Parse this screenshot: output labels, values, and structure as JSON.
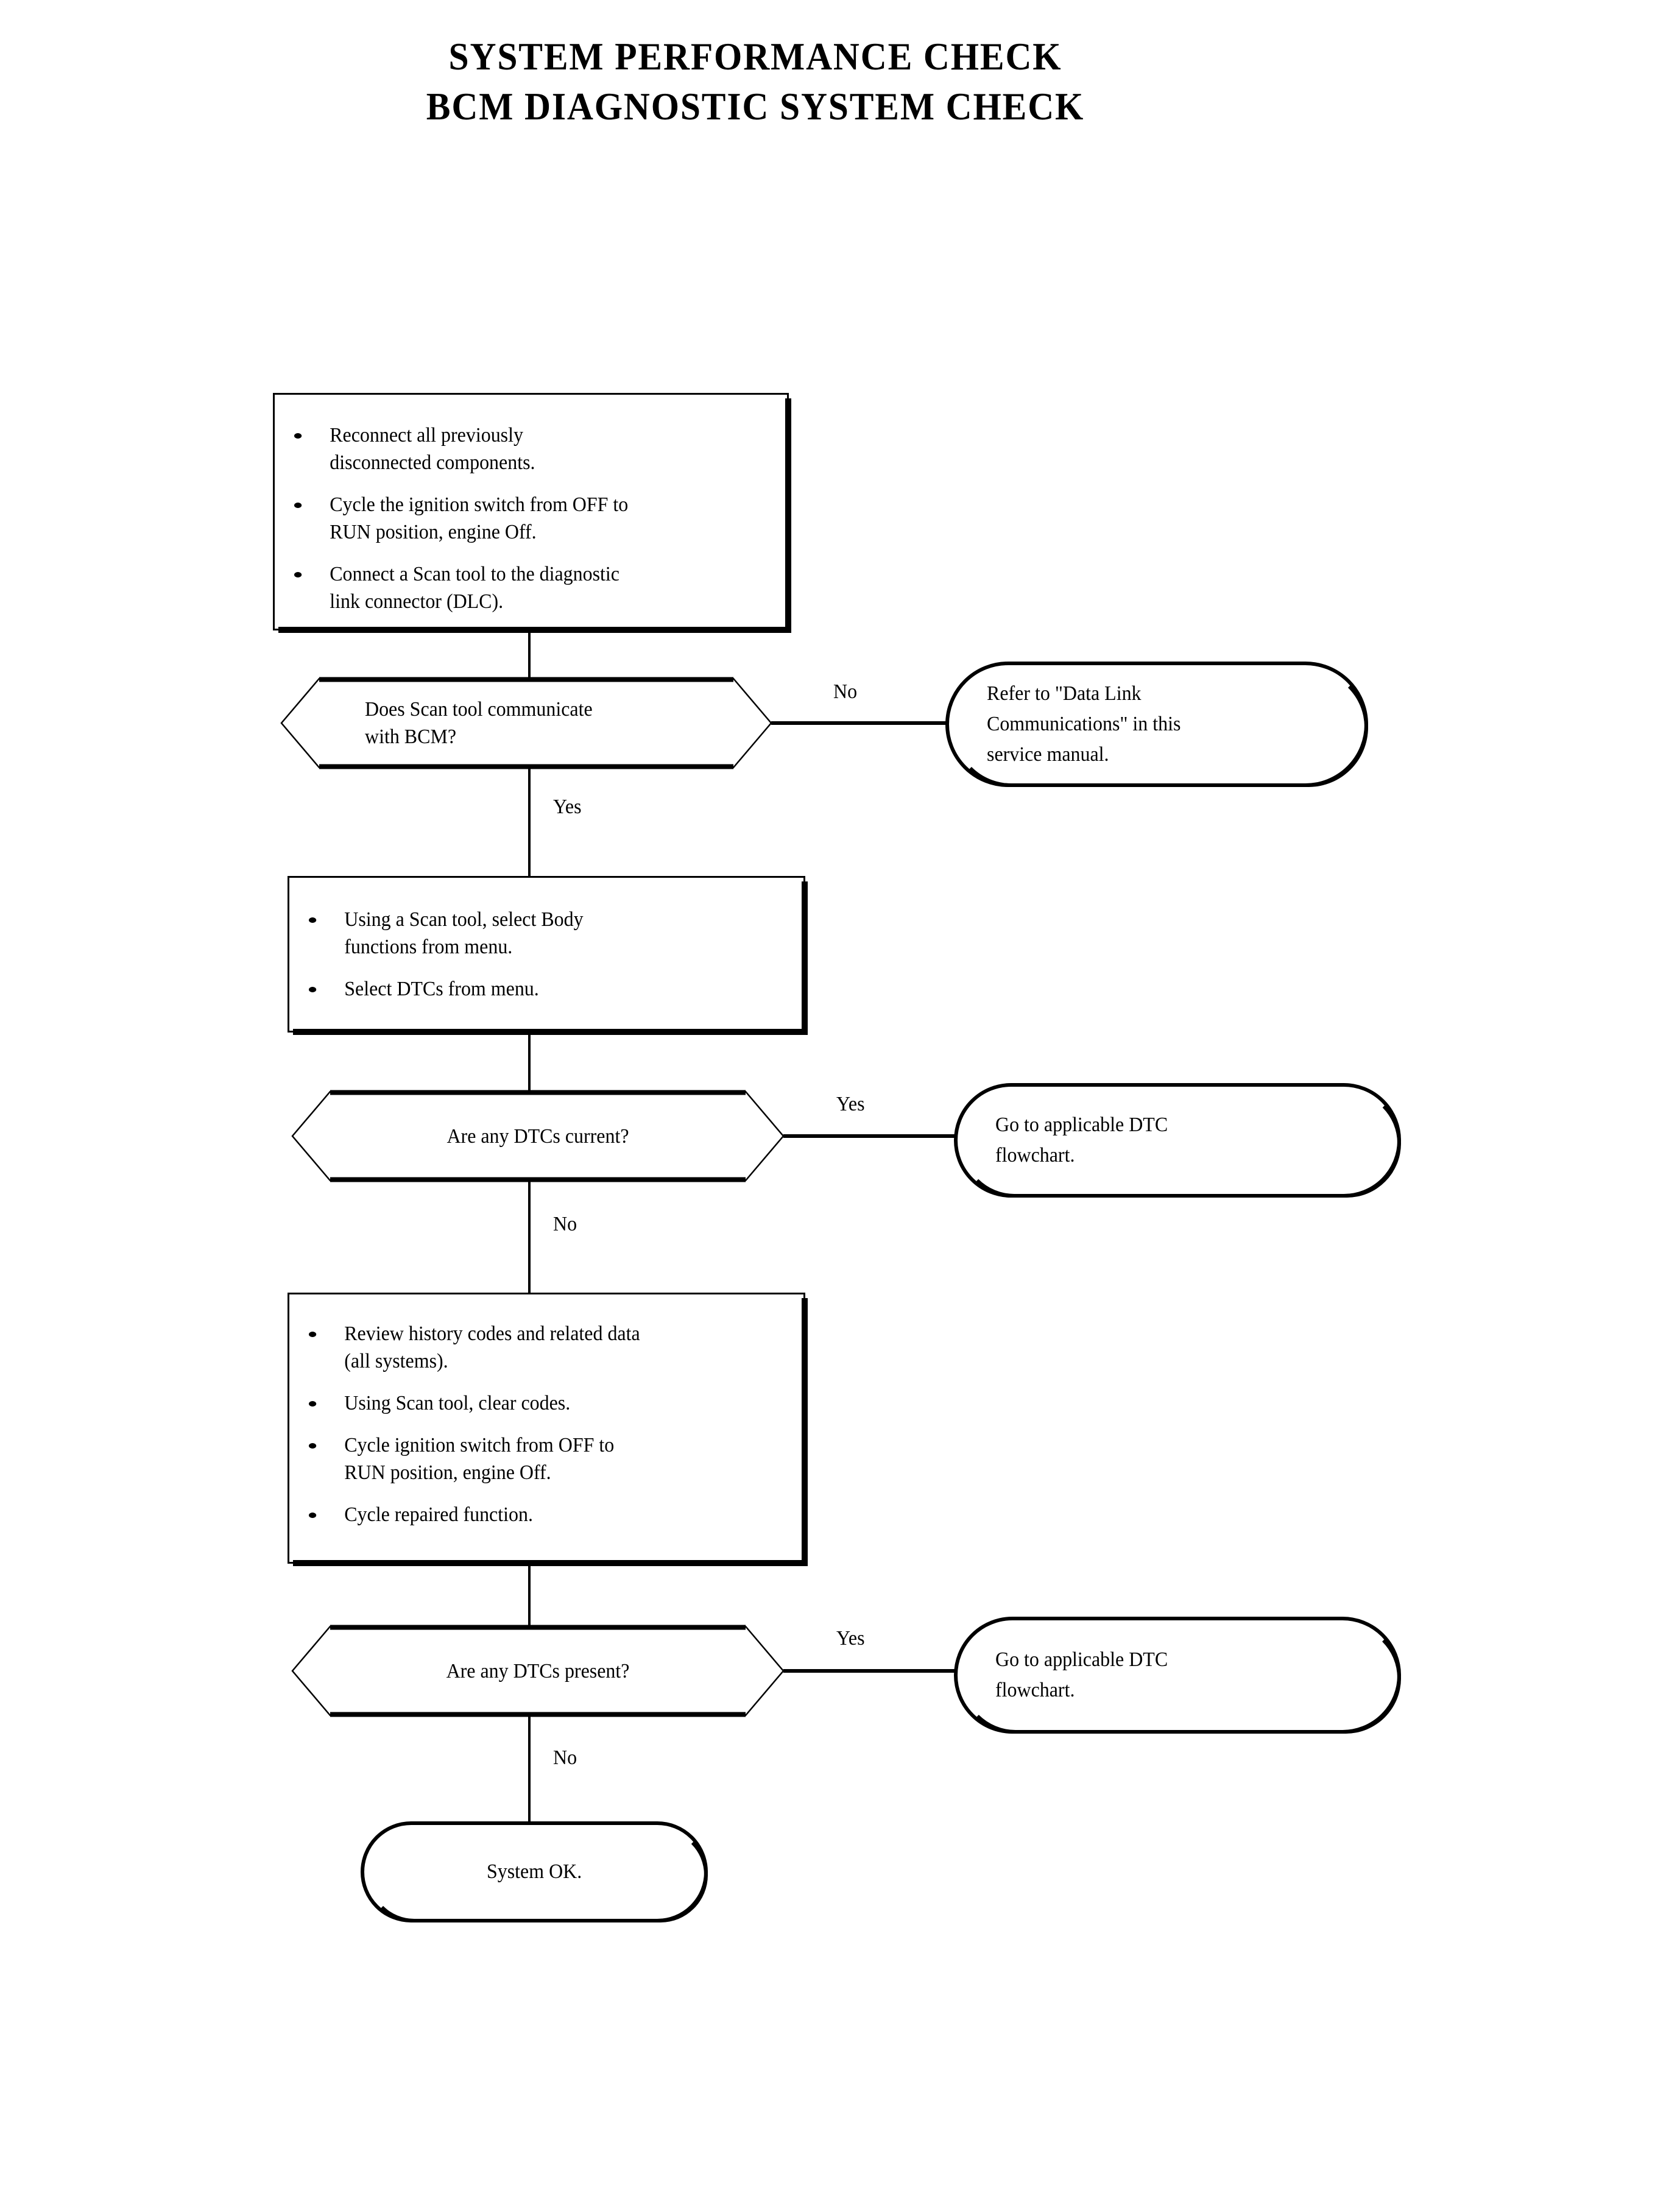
{
  "title": {
    "line1": "SYSTEM PERFORMANCE CHECK",
    "line2": "BCM DIAGNOSTIC SYSTEM CHECK"
  },
  "colors": {
    "ink": "#000000",
    "paper": "#ffffff"
  },
  "flowchart": {
    "type": "diagram",
    "orientation": "top-to-bottom",
    "nodes": [
      {
        "id": "step1",
        "shape": "process",
        "bullets": [
          "Reconnect all previously disconnected components.",
          "Cycle the ignition switch from OFF to RUN position, engine Off.",
          "Connect a Scan tool to the diagnostic link connector (DLC)."
        ]
      },
      {
        "id": "decision1",
        "shape": "decision",
        "line1": "Does Scan tool communicate",
        "line2": "with BCM?"
      },
      {
        "id": "terminator1",
        "shape": "terminator",
        "line1": "Refer to \"Data Link",
        "line2": "Communications\" in this",
        "line3": "service manual."
      },
      {
        "id": "step2",
        "shape": "process",
        "bullets": [
          "Using a Scan tool, select Body functions from menu.",
          "Select DTCs from menu."
        ]
      },
      {
        "id": "decision2",
        "shape": "decision",
        "line1": "Are any DTCs current?"
      },
      {
        "id": "terminator2",
        "shape": "terminator",
        "line1": "Go to applicable DTC",
        "line2": "flowchart."
      },
      {
        "id": "step3",
        "shape": "process",
        "bullets": [
          "Review history codes and related data (all systems).",
          "Using Scan tool, clear codes.",
          "Cycle ignition switch from OFF to RUN position, engine Off.",
          "Cycle repaired function."
        ]
      },
      {
        "id": "decision3",
        "shape": "decision",
        "line1": "Are any DTCs present?"
      },
      {
        "id": "terminator3",
        "shape": "terminator",
        "line1": "Go to applicable DTC",
        "line2": "flowchart."
      },
      {
        "id": "terminator4",
        "shape": "terminator",
        "line1": "System OK."
      }
    ],
    "edges": [
      {
        "from": "decision1",
        "to": "terminator1",
        "label": "No"
      },
      {
        "from": "decision1",
        "to": "step2",
        "label": "Yes"
      },
      {
        "from": "decision2",
        "to": "terminator2",
        "label": "Yes"
      },
      {
        "from": "decision2",
        "to": "step3",
        "label": "No"
      },
      {
        "from": "decision3",
        "to": "terminator3",
        "label": "Yes"
      },
      {
        "from": "decision3",
        "to": "terminator4",
        "label": "No"
      }
    ]
  },
  "step1": {
    "b1_l1": "Reconnect all previously",
    "b1_l2": "disconnected components.",
    "b2_l1": "Cycle the ignition switch from OFF to",
    "b2_l2": "RUN position, engine Off.",
    "b3_l1": "Connect a Scan tool to the diagnostic",
    "b3_l2": "link connector (DLC)."
  },
  "decision1": {
    "line1": "Does Scan tool communicate",
    "line2": "with BCM?"
  },
  "terminator1": {
    "line1": "Refer to \"Data Link",
    "line2": "Communications\" in this",
    "line3": "service manual."
  },
  "step2": {
    "b1_l1": "Using a Scan tool, select Body",
    "b1_l2": "functions from menu.",
    "b2_l1": "Select DTCs from menu."
  },
  "decision2": {
    "line1": "Are any DTCs current?"
  },
  "terminator2": {
    "line1": "Go to applicable DTC",
    "line2": "flowchart."
  },
  "step3": {
    "b1_l1": "Review history codes and related data",
    "b1_l2": "(all systems).",
    "b2_l1": "Using Scan tool, clear codes.",
    "b3_l1": "Cycle ignition switch from OFF to",
    "b3_l2": "RUN position, engine Off.",
    "b4_l1": "Cycle repaired function."
  },
  "decision3": {
    "line1": "Are any DTCs present?"
  },
  "terminator3": {
    "line1": "Go to applicable DTC",
    "line2": "flowchart."
  },
  "terminator4": {
    "line1": "System OK."
  },
  "labels": {
    "no1": "No",
    "yes1": "Yes",
    "yes2": "Yes",
    "no2": "No",
    "yes3": "Yes",
    "no3": "No"
  }
}
